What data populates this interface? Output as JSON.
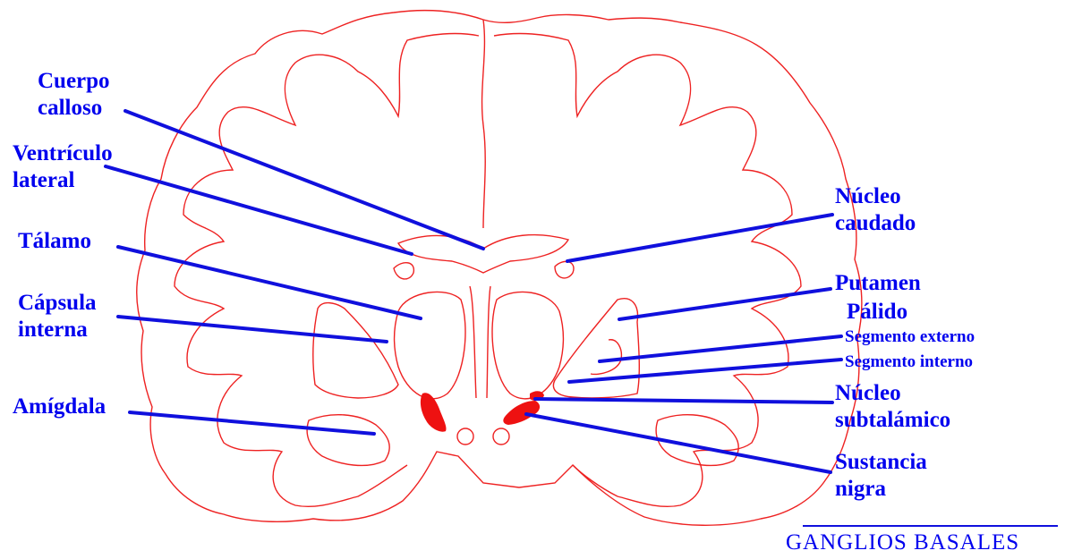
{
  "colors": {
    "brain_outline": "#ee2222",
    "label_text": "#0000ee",
    "highlight_fill": "#ee1111"
  },
  "labels": {
    "cuerpo_calloso": [
      "Cuerpo",
      "calloso"
    ],
    "ventriculo_lateral": [
      "Ventrículo",
      "lateral"
    ],
    "talamo": [
      "Tálamo"
    ],
    "capsula_interna": [
      "Cápsula",
      "interna"
    ],
    "amigdala": [
      "Amígdala"
    ],
    "nucleo_caudado": [
      "Núcleo",
      "caudado"
    ],
    "putamen": [
      "Putamen"
    ],
    "palido": [
      "Pálido"
    ],
    "segmento_externo": [
      "Segmento externo"
    ],
    "segmento_interno": [
      "Segmento interno"
    ],
    "nucleo_subtalamico": [
      "Núcleo",
      "subtalámico"
    ],
    "sustancia_nigra": [
      "Sustancia",
      "nigra"
    ]
  },
  "title": "GANGLIOS BASALES"
}
